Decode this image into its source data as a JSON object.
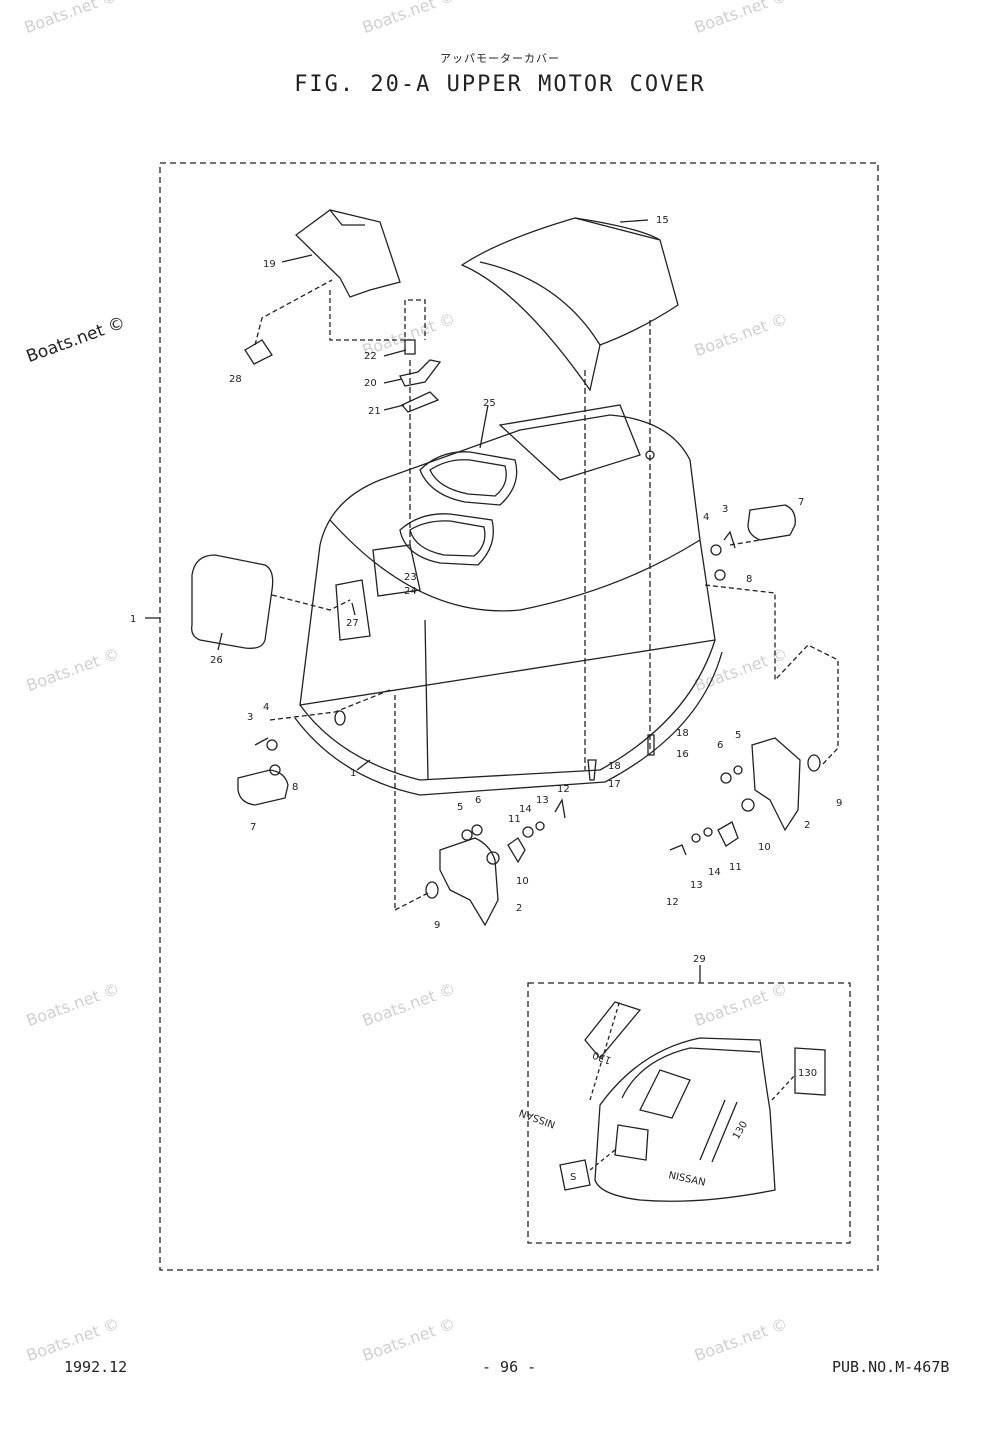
{
  "header": {
    "subtitle": "アッパモーターカバー",
    "title": "FIG. 20-A UPPER MOTOR COVER"
  },
  "watermark": {
    "faint": "Boats.net ©",
    "bold": "Boats.net ©"
  },
  "footer": {
    "date": "1992.12",
    "page": "- 96 -",
    "pub": "PUB.NO.M-467B"
  },
  "callouts": {
    "c1a": "1",
    "c1b": "1",
    "c2a": "2",
    "c2b": "2",
    "c3a": "3",
    "c3b": "3",
    "c4a": "4",
    "c4b": "4",
    "c5a": "5",
    "c5b": "5",
    "c6a": "6",
    "c6b": "6",
    "c7a": "7",
    "c7b": "7",
    "c8a": "8",
    "c8b": "8",
    "c9a": "9",
    "c9b": "9",
    "c10a": "10",
    "c10b": "10",
    "c11a": "11",
    "c11b": "11",
    "c12a": "12",
    "c12b": "12",
    "c13a": "13",
    "c13b": "13",
    "c14a": "14",
    "c14b": "14",
    "c15": "15",
    "c16": "16",
    "c17": "17",
    "c18a": "18",
    "c18b": "18",
    "c19": "19",
    "c20": "20",
    "c21": "21",
    "c22": "22",
    "c23": "23",
    "c24": "24",
    "c25": "25",
    "c26": "26",
    "c27": "27",
    "c28": "28",
    "c29": "29"
  },
  "decal": {
    "model": "130",
    "brand": "NISSAN",
    "brand_mirror": "NISSAN",
    "side_model": "130",
    "small_a": "130",
    "small_b": "S"
  }
}
